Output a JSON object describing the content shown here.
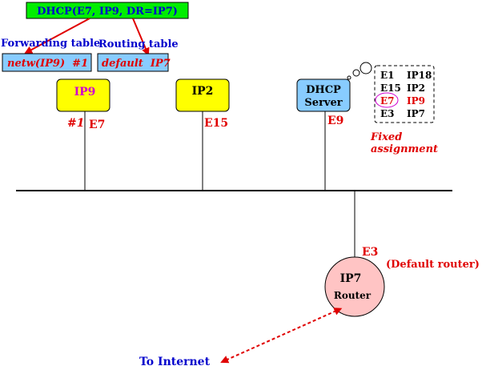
{
  "colors": {
    "line": "#000000",
    "red": "#e00000",
    "blue": "#0000cc",
    "magenta": "#d000d0",
    "dhcp_box_fill": "#00ee00",
    "table_box_fill": "#88ccff",
    "host_yellow": "#ffff00",
    "dhcp_server_fill": "#88ccff",
    "router_fill": "#ffc4c4"
  },
  "dhcp_message": {
    "text": "DHCP(E7, IP9, DR=IP7)"
  },
  "forwarding_table": {
    "title": "Forwarding table",
    "entry": "netw(IP9)  #1"
  },
  "routing_table": {
    "title": "Routing table",
    "entry": "default  IP7"
  },
  "hosts": [
    {
      "id": "host-ip9",
      "label": "IP9",
      "port": "#1",
      "mac": "E7"
    },
    {
      "id": "host-ip2",
      "label": "IP2",
      "mac": "E15"
    }
  ],
  "dhcp_server": {
    "label_line1": "DHCP",
    "label_line2": "Server",
    "mac": "E9"
  },
  "assignment_table": {
    "rows": [
      {
        "mac": "E1",
        "ip": "IP18",
        "highlight": false
      },
      {
        "mac": "E15",
        "ip": "IP2",
        "highlight": false
      },
      {
        "mac": "E7",
        "ip": "IP9",
        "highlight": true
      },
      {
        "mac": "E3",
        "ip": "IP7",
        "highlight": false
      }
    ],
    "caption_line1": "Fixed",
    "caption_line2": "assignment"
  },
  "router": {
    "label_ip": "IP7",
    "label_name": "Router",
    "mac": "E3",
    "role": "(Default router)"
  },
  "internet": {
    "label": "To Internet"
  }
}
